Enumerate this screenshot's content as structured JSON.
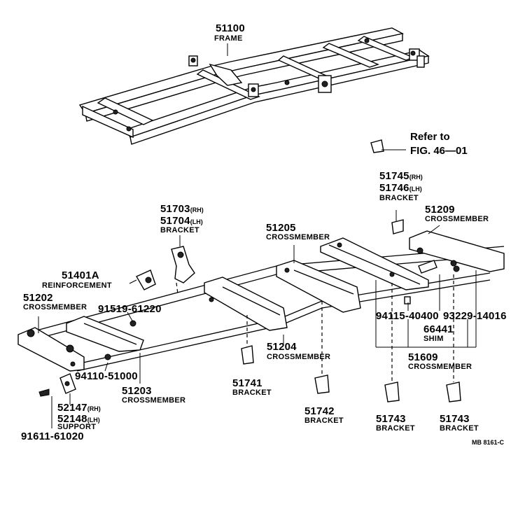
{
  "labels": {
    "frame": {
      "part": "51100",
      "name": "FRAME"
    },
    "refer": {
      "line1": "Refer to",
      "line2": "FIG. 46—01"
    },
    "bracket_rear_top": {
      "rh": "51745",
      "rh_tag": "(RH)",
      "lh": "51746",
      "lh_tag": "(LH)",
      "name": "BRACKET"
    },
    "crossmember_51209": {
      "part": "51209",
      "name": "CROSSMEMBER"
    },
    "bracket_51703": {
      "rh": "51703",
      "rh_tag": "(RH)",
      "lh": "51704",
      "lh_tag": "(LH)",
      "name": "BRACKET"
    },
    "crossmember_51205": {
      "part": "51205",
      "name": "CROSSMEMBER"
    },
    "reinforcement": {
      "part": "51401A",
      "name": "REINFORCEMENT"
    },
    "crossmember_51202": {
      "part": "51202",
      "name": "CROSSMEMBER"
    },
    "bolt_91519": {
      "part": "91519-61220"
    },
    "nut_94115": {
      "part": "94115-40400"
    },
    "bolt_93229": {
      "part": "93229-14016"
    },
    "shim": {
      "part": "66441",
      "name": "SHIM"
    },
    "crossmember_51609": {
      "part": "51609",
      "name": "CROSSMEMBER"
    },
    "crossmember_51204": {
      "part": "51204",
      "name": "CROSSMEMBER"
    },
    "nut_94110": {
      "part": "94110-51000"
    },
    "crossmember_51203": {
      "part": "51203",
      "name": "CROSSMEMBER"
    },
    "bracket_51741": {
      "part": "51741",
      "name": "BRACKET"
    },
    "bracket_51742": {
      "part": "51742",
      "name": "BRACKET"
    },
    "bracket_51743a": {
      "part": "51743",
      "name": "BRACKET"
    },
    "bracket_51743b": {
      "part": "51743",
      "name": "BRACKET"
    },
    "support": {
      "rh": "52147",
      "rh_tag": "(RH)",
      "lh": "52148",
      "lh_tag": "(LH)",
      "name": "SUPPORT"
    },
    "bolt_91611": {
      "part": "91611-61020"
    },
    "figure_code": "MB 8161-C"
  }
}
